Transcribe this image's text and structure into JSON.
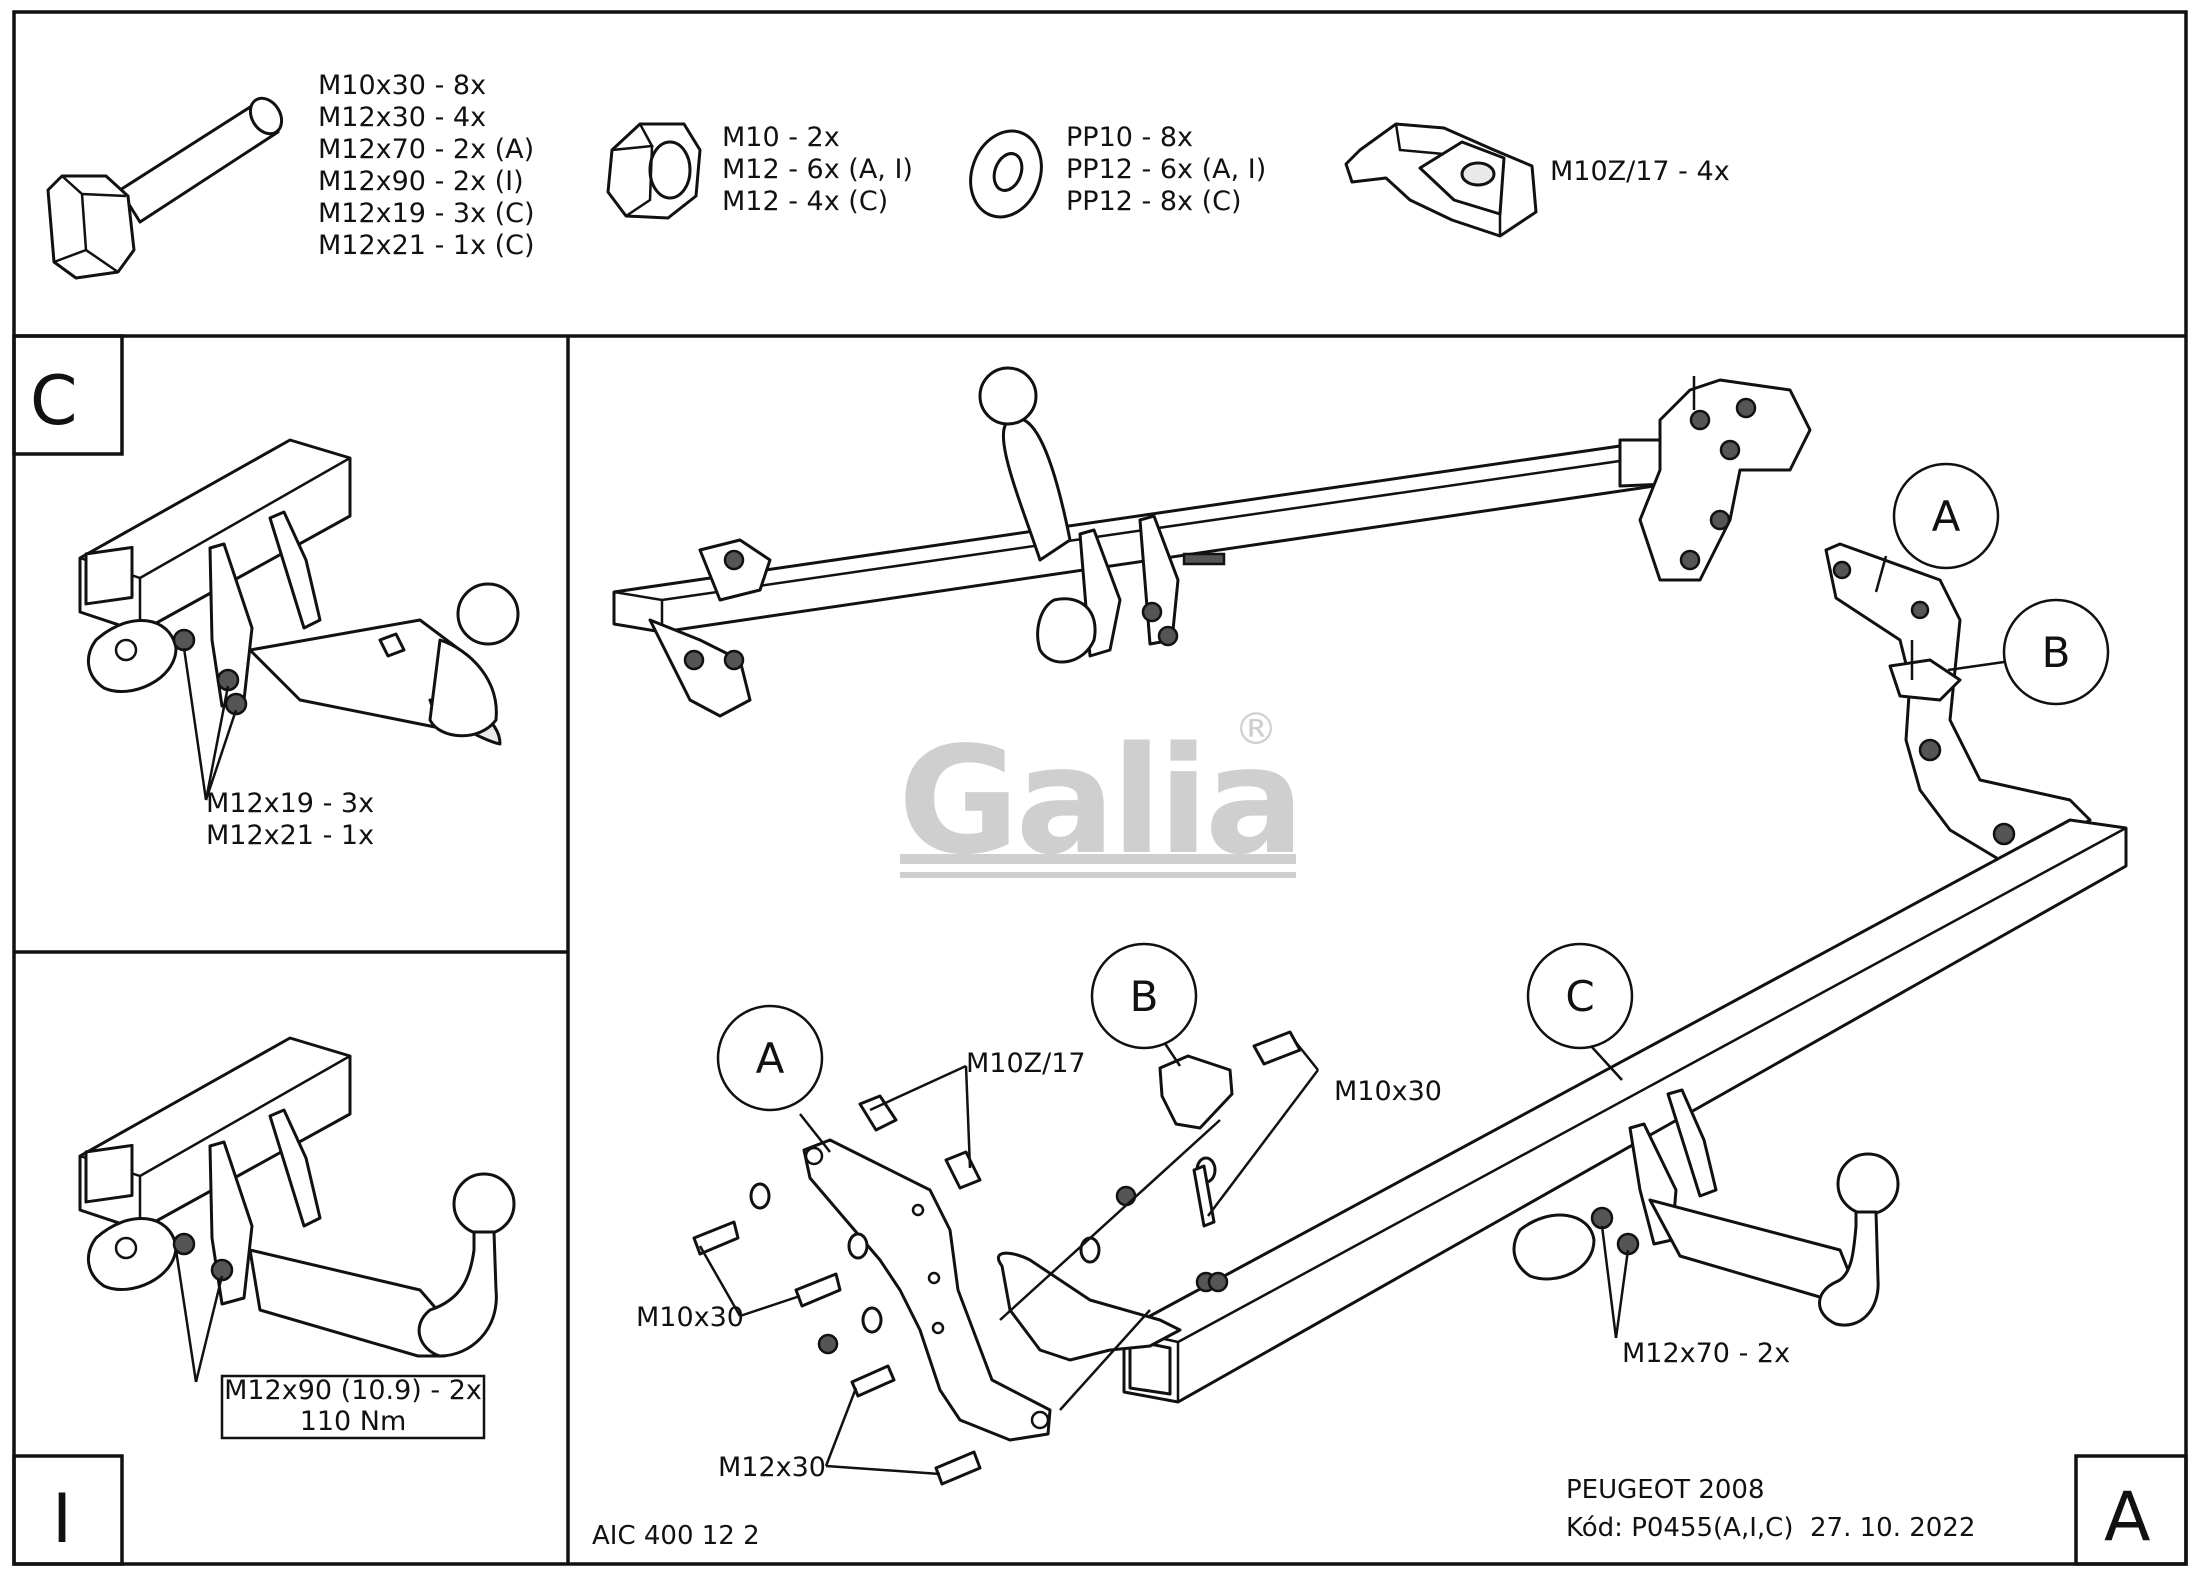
{
  "hardware": {
    "bolt_specs": [
      "M10x30 - 8x",
      "M12x30 - 4x",
      "M12x70 - 2x (A)",
      "M12x90 - 2x (I)",
      "M12x19 - 3x (C)",
      "M12x21 - 1x (C)"
    ],
    "nut_specs": [
      "M10 - 2x",
      "M12 - 6x (A, I)",
      "M12 - 4x (C)"
    ],
    "washer_specs": [
      "PP10 - 8x",
      "PP12 - 6x (A, I)",
      "PP12 - 8x (C)"
    ],
    "cage_nut_spec": "M10Z/17 - 4x"
  },
  "panel_c": {
    "letter": "C",
    "callout_lines": [
      "M12x19 - 3x",
      "M12x21 - 1x"
    ]
  },
  "panel_i": {
    "letter": "I",
    "callout_lines": [
      "M12x90 (10.9) - 2x",
      "110 Nm"
    ]
  },
  "panel_a": {
    "letter": "A",
    "circles": {
      "a_top": "A",
      "b_top": "B",
      "b_mid": "B",
      "c_mid": "C",
      "a_mid": "A"
    },
    "callouts": {
      "m10z17": "M10Z/17",
      "m10x30_right": "M10x30",
      "m10x30_left": "M10x30",
      "m12x30": "M12x30",
      "m12x70": "M12x70 - 2x"
    },
    "brand_logo": "Galia",
    "brand_mark": "®",
    "drawing_code": "AIC 400 12 2",
    "vehicle": "PEUGEOT 2008",
    "code_line": "Kód: P0455(A,I,C)  27. 10. 2022"
  }
}
